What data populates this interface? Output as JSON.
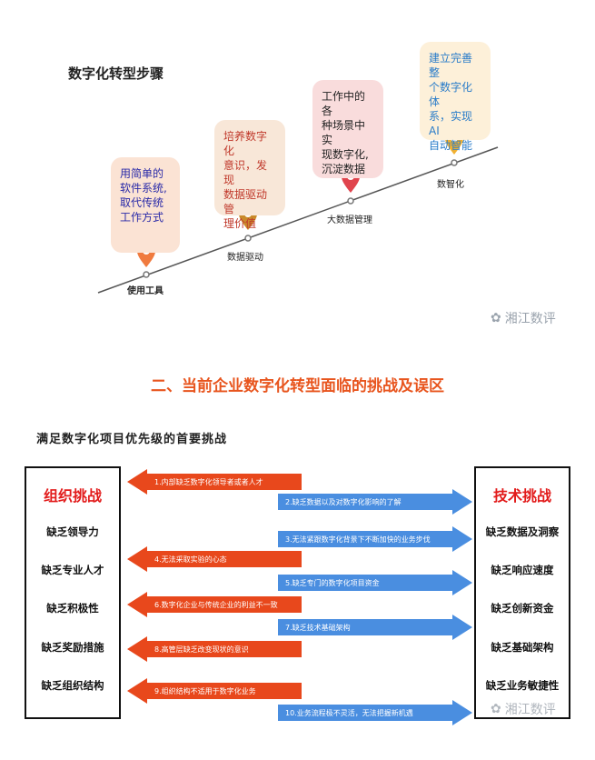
{
  "steps_title": "数字化转型步骤",
  "steps": [
    {
      "label": "使用工具",
      "card": [
        "用简单的",
        "软件系统,",
        "取代传统",
        "工作方式"
      ],
      "color": "#f07b3f"
    },
    {
      "label": "数据驱动",
      "card": [
        "培养数字化",
        "意识，发现",
        "数据驱动管",
        "理价值"
      ],
      "color": "#c98a2a"
    },
    {
      "label": "大数据管理",
      "card": [
        "工作中的各",
        "种场景中实",
        "现数字化,",
        "沉淀数据"
      ],
      "color": "#e0444d"
    },
    {
      "label": "数智化",
      "card": [
        "建立完善整",
        "个数字化体",
        "系，实现AI",
        "自动智能"
      ],
      "color": "#f2b130"
    }
  ],
  "watermark_text": "湘江数评",
  "section_title": "二、当前企业数字化转型面临的挑战及误区",
  "challenge_title": "满足数字化项目优先级的首要挑战",
  "left_box": {
    "title": "组织挑战",
    "items": [
      "缺乏领导力",
      "缺乏专业人才",
      "缺乏积极性",
      "缺乏奖励措施",
      "缺乏组织结构"
    ]
  },
  "right_box": {
    "title": "技术挑战",
    "items": [
      "缺乏数据及洞察",
      "缺乏响应速度",
      "缺乏创新资金",
      "缺乏基础架构",
      "缺乏业务敏捷性"
    ]
  },
  "arrows": [
    {
      "text": "1.内部缺乏数字化领导者或者人才",
      "dir": "left"
    },
    {
      "text": "2.缺乏数据以及对数字化影响的了解",
      "dir": "right"
    },
    {
      "text": "3.无法紧跟数字化背景下不断加快的业务步伐",
      "dir": "right"
    },
    {
      "text": "4.无法采取实验的心态",
      "dir": "left"
    },
    {
      "text": "5.缺乏专门的数字化项目资金",
      "dir": "right"
    },
    {
      "text": "6.数字化企业与传统企业的利益不一致",
      "dir": "left"
    },
    {
      "text": "7.缺乏技术基础架构",
      "dir": "right"
    },
    {
      "text": "8.高管层缺乏改变现状的意识",
      "dir": "left"
    },
    {
      "text": "9.组织结构不适用于数字化业务",
      "dir": "left"
    },
    {
      "text": "10.业务流程极不灵活，无法把握新机遇",
      "dir": "right"
    }
  ],
  "colors": {
    "left_arrow": "#e8481c",
    "right_arrow": "#4a8ee0",
    "accent": "#e8551e",
    "box_title": "#e21b1b"
  }
}
